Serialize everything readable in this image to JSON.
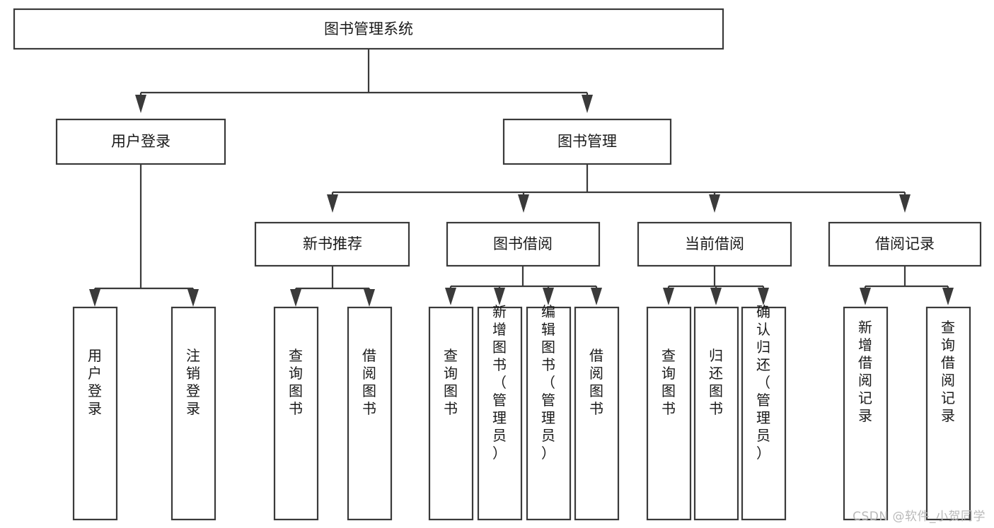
{
  "diagram": {
    "type": "tree",
    "title": "图书管理系统",
    "watermark": "CSDN @软件_小贺同学",
    "colors": {
      "background": "#ffffff",
      "box_stroke": "#3a3a3a",
      "box_fill": "#ffffff",
      "text": "#1a1a1a",
      "watermark": "#b9b9b9"
    },
    "nodes": {
      "root": {
        "label": "图书管理系统",
        "level": 0,
        "orientation": "horizontal"
      },
      "l1": [
        {
          "label": "用户登录",
          "level": 1,
          "orientation": "horizontal"
        },
        {
          "label": "图书管理",
          "level": 1,
          "orientation": "horizontal"
        }
      ],
      "l2": [
        {
          "label": "新书推荐",
          "level": 2,
          "orientation": "horizontal"
        },
        {
          "label": "图书借阅",
          "level": 2,
          "orientation": "horizontal"
        },
        {
          "label": "当前借阅",
          "level": 2,
          "orientation": "horizontal"
        },
        {
          "label": "借阅记录",
          "level": 2,
          "orientation": "horizontal"
        }
      ],
      "leaves": {
        "user_login": [
          {
            "label": "用户登录",
            "orientation": "vertical"
          },
          {
            "label": "注销登录",
            "orientation": "vertical"
          }
        ],
        "new_book_recommend": [
          {
            "label": "查询图书",
            "orientation": "vertical"
          },
          {
            "label": "借阅图书",
            "orientation": "vertical"
          }
        ],
        "book_borrow": [
          {
            "label": "查询图书",
            "orientation": "vertical"
          },
          {
            "label": "新增图书（管理员）",
            "orientation": "vertical"
          },
          {
            "label": "编辑图书（管理员）",
            "orientation": "vertical"
          },
          {
            "label": "借阅图书",
            "orientation": "vertical"
          }
        ],
        "current_borrow": [
          {
            "label": "查询图书",
            "orientation": "vertical"
          },
          {
            "label": "归还图书",
            "orientation": "vertical"
          },
          {
            "label": "确认归还（管理员）",
            "orientation": "vertical"
          }
        ],
        "borrow_record": [
          {
            "label": "新增借阅记录",
            "orientation": "vertical"
          },
          {
            "label": "查询借阅记录",
            "orientation": "vertical"
          }
        ]
      }
    }
  }
}
